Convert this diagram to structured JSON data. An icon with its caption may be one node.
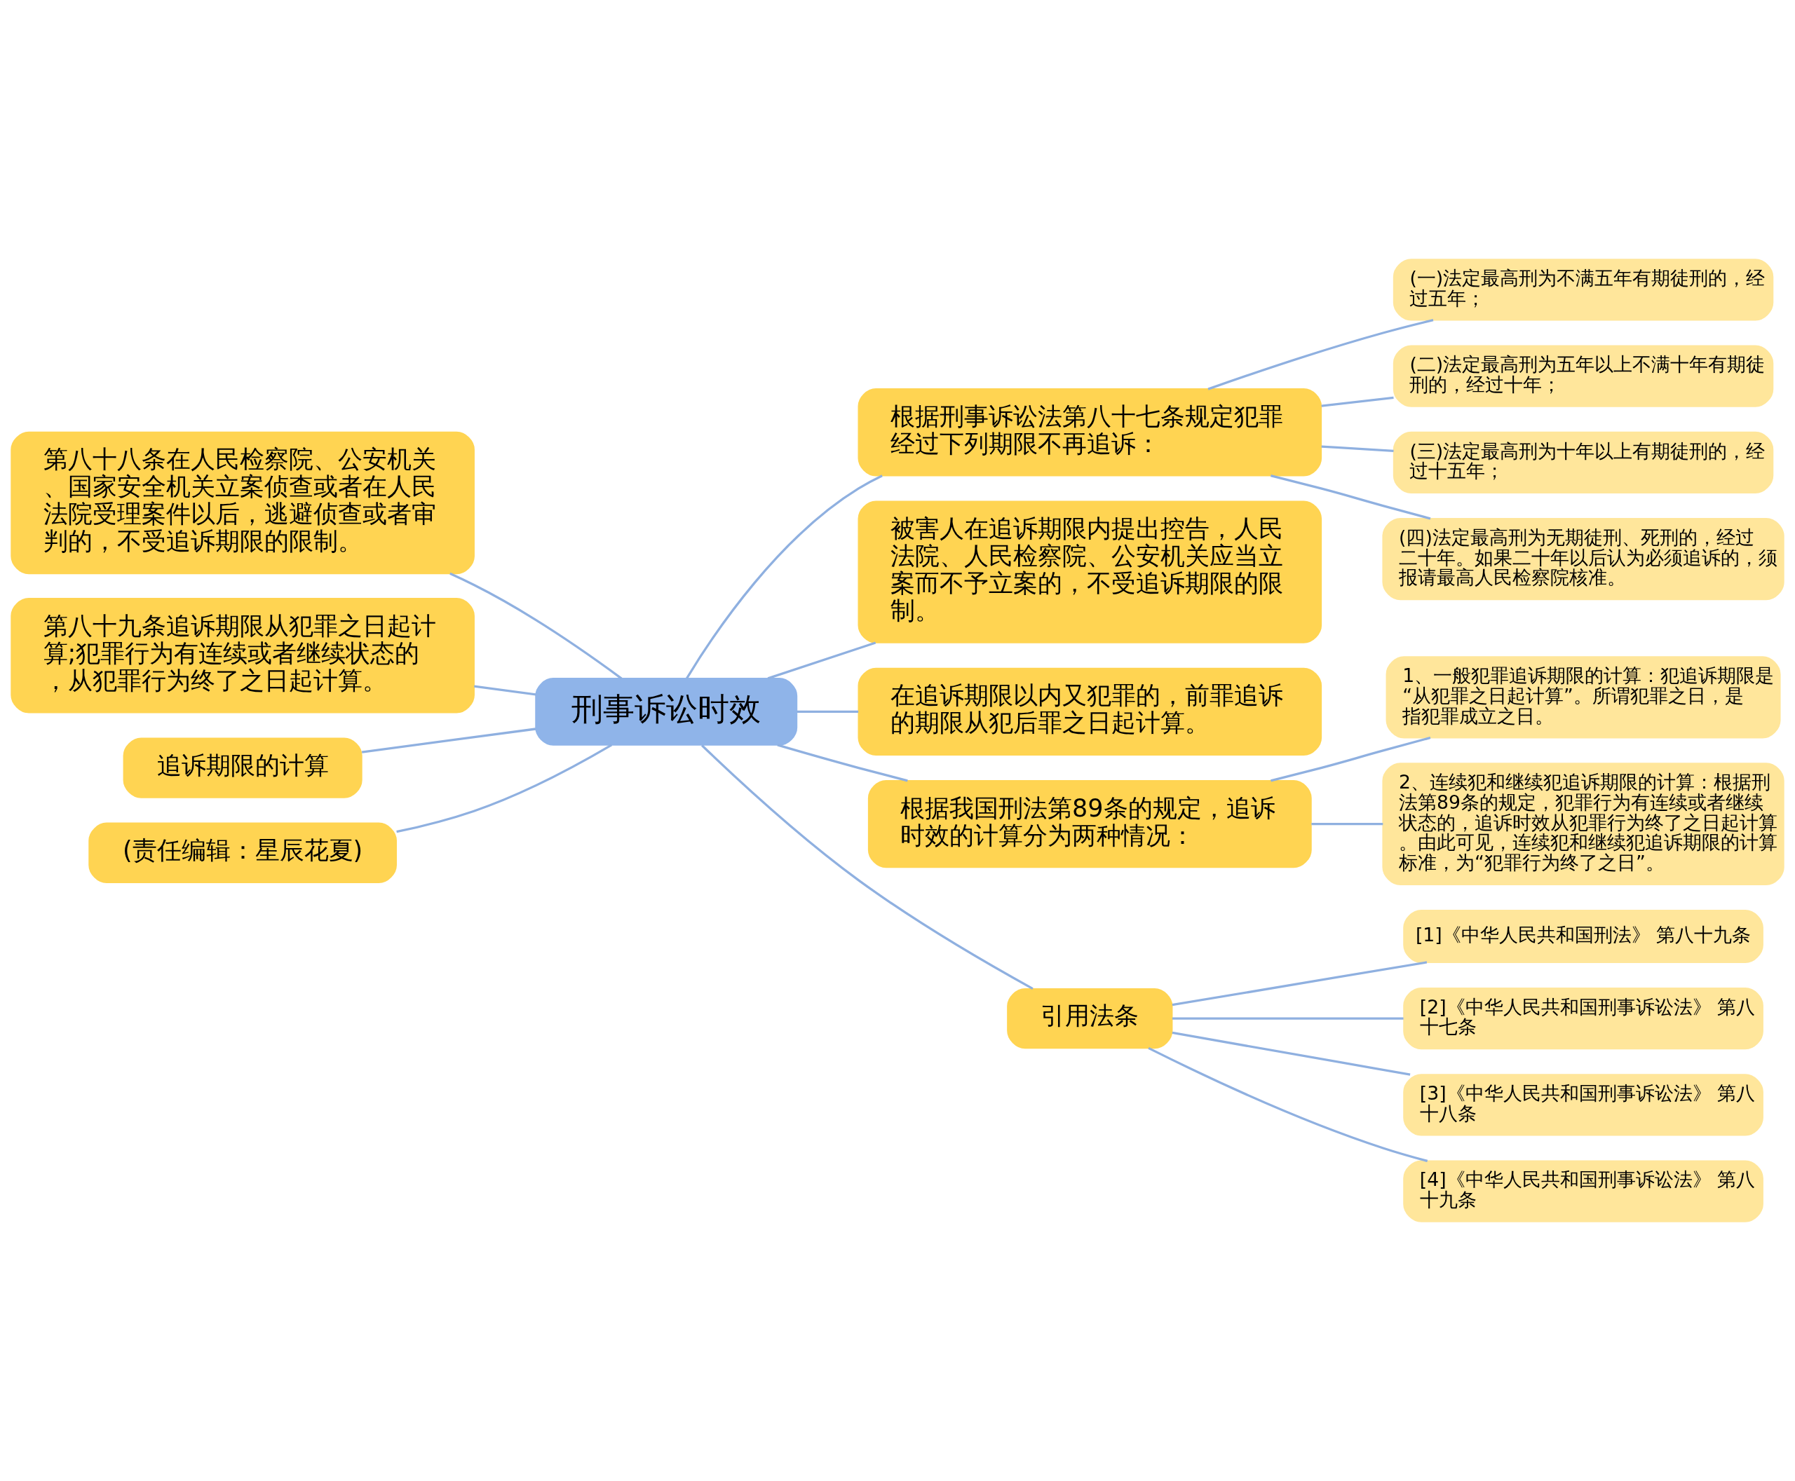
{
  "diagram": {
    "nodes": [
      {
        "text": [
          "刑事诉讼时效"
        ]
      },
      {
        "text": [
          "根据刑事诉讼法第八十七条规定犯罪经过下列期限不再追诉："
        ]
      },
      {
        "text": [
          "(一)法定最高刑为不满五年有期徒刑的，经过五年；"
        ]
      },
      {
        "text": [
          "(二)法定最高刑为五年以上不满十年有期徒刑的，经过十年；"
        ]
      },
      {
        "text": [
          "(三)法定最高刑为十年以上有期徒刑的，经过十五年；"
        ]
      },
      {
        "text": [
          "(四)法定最高刑为无期徒刑、死刑的，经过二十年。如果二十年以后认为必须追诉的，须报请最高人民检察院核准。"
        ]
      },
      {
        "text": [
          "被害人在追诉期限内提出控告，人民法院、人民检察院、公安机关应当立案而不予立案的，不受追诉期限的限制。"
        ]
      },
      {
        "text": [
          "在追诉期限以内又犯罪的，前罪追诉的期限从犯后罪之日起计算。"
        ]
      },
      {
        "text": [
          "根据我国刑法第89条的规定，追诉时效的计算分为两种情况："
        ]
      },
      {
        "text": [
          "1、一般犯罪追诉期限的计算：犯追诉期限是 “从犯罪之日起计算”。所谓犯罪之日，是指犯罪成立之日。"
        ]
      },
      {
        "text": [
          "2、连续犯和继续犯追诉期限的计算：根据刑法第89条的规定，犯罪行为有连续或者继续状态的，追诉时效从犯罪行为终了之日起计算。由此可见，连续犯和继续犯追诉期限的计算标准，为“犯罪行为终了之日”。"
        ]
      },
      {
        "text": [
          "引用法条"
        ]
      },
      {
        "text": [
          "[1]《中华人民共和国刑法》 第八十九条"
        ]
      },
      {
        "text": [
          "[2]《中华人民共和国刑事诉讼法》 第八十七条"
        ]
      },
      {
        "text": [
          "[3]《中华人民共和国刑事诉讼法》 第八十八条"
        ]
      },
      {
        "text": [
          "[4]《中华人民共和国刑事诉讼法》 第八十九条"
        ]
      },
      {
        "text": [
          "第八十八条在人民检察院、公安机关、国家安全机关立案侦查或者在人民法院受理案件以后，逃避侦查或者审判的，不受追诉期限的限制。"
        ]
      },
      {
        "text": [
          "第八十九条追诉期限从犯罪之日起计算;犯罪行为有连续或者继续状态的，从犯罪行为终了之日起计算。"
        ]
      },
      {
        "text": [
          "追诉期限的计算"
        ]
      },
      {
        "text": [
          "(责任编辑：星辰花夏)"
        ]
      }
    ],
    "edges": [
      {
        "from": 0,
        "to": 1,
        "arrow": "none"
      },
      {
        "from": 1,
        "to": 2,
        "arrow": "none"
      },
      {
        "from": 1,
        "to": 3,
        "arrow": "none"
      },
      {
        "from": 1,
        "to": 4,
        "arrow": "none"
      },
      {
        "from": 1,
        "to": 5,
        "arrow": "none"
      },
      {
        "from": 0,
        "to": 6,
        "arrow": "none"
      },
      {
        "from": 0,
        "to": 7,
        "arrow": "none"
      },
      {
        "from": 0,
        "to": 8,
        "arrow": "none"
      },
      {
        "from": 8,
        "to": 9,
        "arrow": "none"
      },
      {
        "from": 8,
        "to": 10,
        "arrow": "none"
      },
      {
        "from": 0,
        "to": 11,
        "arrow": "none"
      },
      {
        "from": 11,
        "to": 12,
        "arrow": "none"
      },
      {
        "from": 11,
        "to": 13,
        "arrow": "none"
      },
      {
        "from": 11,
        "to": 14,
        "arrow": "none"
      },
      {
        "from": 11,
        "to": 15,
        "arrow": "none"
      },
      {
        "from": 16,
        "to": 0,
        "arrow": "none"
      },
      {
        "from": 17,
        "to": 0,
        "arrow": "none"
      },
      {
        "from": 18,
        "to": 0,
        "arrow": "none"
      },
      {
        "from": 19,
        "to": 0,
        "arrow": "none"
      }
    ]
  }
}
